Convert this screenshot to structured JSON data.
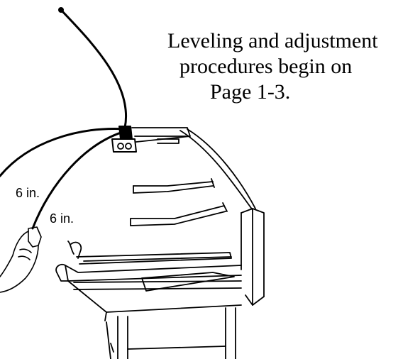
{
  "caption": {
    "line1": "Leveling and adjustment",
    "line2": "procedures begin on",
    "line3": "Page 1-3."
  },
  "dimensions": {
    "upper": "6 in.",
    "lower": "6 in."
  },
  "colors": {
    "ink": "#000000",
    "background": "#ffffff"
  }
}
